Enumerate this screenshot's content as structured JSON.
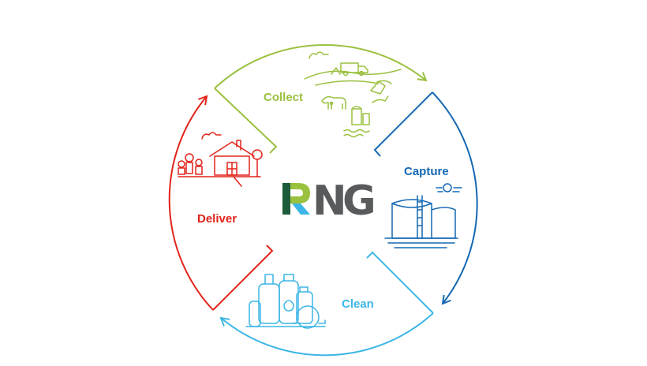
{
  "diagram": {
    "center_logo": {
      "letters": [
        "R",
        "N",
        "G"
      ]
    },
    "stages": [
      {
        "id": "collect",
        "label": "Collect",
        "color": "#9ac13f",
        "icon": "farm-landfill-icon"
      },
      {
        "id": "capture",
        "label": "Capture",
        "color": "#1468b3",
        "icon": "storage-tank-icon"
      },
      {
        "id": "clean",
        "label": "Clean",
        "color": "#3cb6e6",
        "icon": "gas-cylinders-icon"
      },
      {
        "id": "deliver",
        "label": "Deliver",
        "color": "#e2231a",
        "icon": "home-family-icon"
      }
    ],
    "colors": {
      "logo_r_dark": "#1d5c3a",
      "logo_r_green": "#9ac13f",
      "logo_r_blue": "#3cb6e6",
      "logo_ng": "#595a5c"
    }
  }
}
